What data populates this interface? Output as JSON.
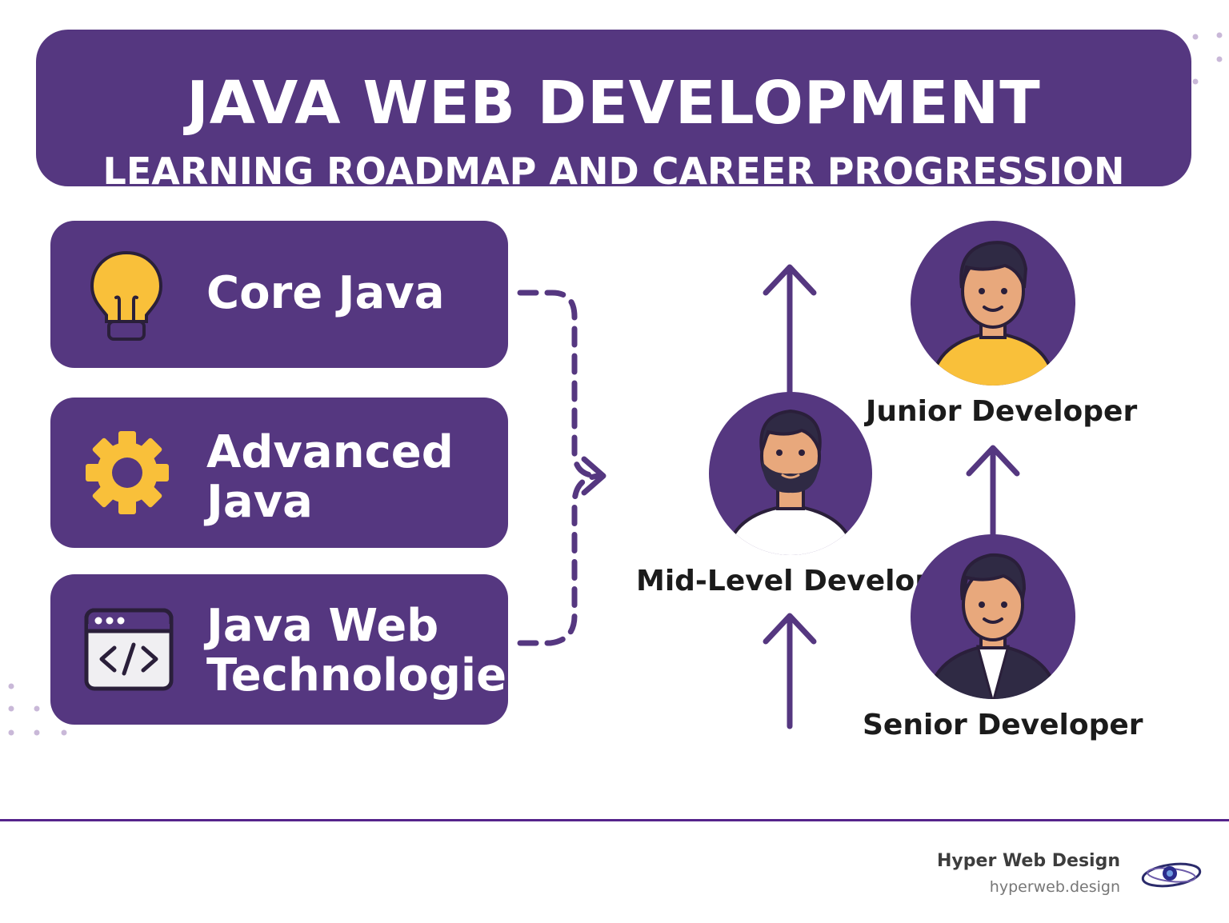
{
  "header": {
    "title": "JAVA WEB DEVELOPMENT",
    "subtitle": "LEARNING ROADMAP AND CAREER PROGRESSION"
  },
  "stages": [
    {
      "label_line1": "Core Java",
      "label_line2": "",
      "icon": "lightbulb-icon"
    },
    {
      "label_line1": "Advanced",
      "label_line2": "Java",
      "icon": "gear-icon"
    },
    {
      "label_line1": "Java Web",
      "label_line2": "Technologies",
      "icon": "code-window-icon"
    }
  ],
  "careers": {
    "junior": "Junior Developer",
    "mid": "Mid-Level Developer",
    "senior": "Senior Developer"
  },
  "footer": {
    "brand": "Hyper Web Design",
    "url": "hyperweb.design"
  },
  "colors": {
    "primary": "#553780",
    "accent": "#f9c03a",
    "text_on_primary": "#ffffff"
  }
}
